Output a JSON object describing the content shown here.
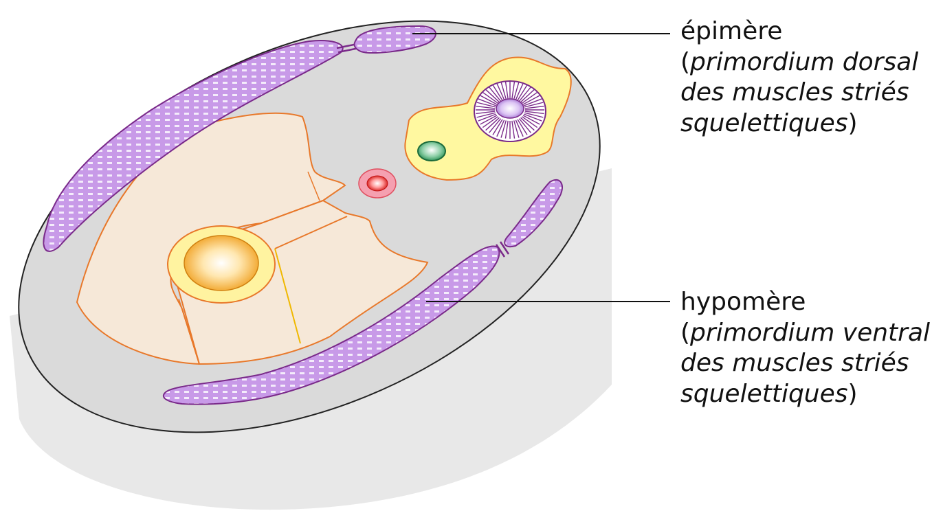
{
  "labels": {
    "epimere": {
      "title": "épimère",
      "open_paren": "(",
      "desc_line1": "primordium dorsal",
      "desc_line2": "des muscles striés",
      "desc_line3": "squelettiques",
      "close_paren": ")"
    },
    "hypomere": {
      "title": "hypomère",
      "open_paren": "(",
      "desc_line1": "primordium ventral",
      "desc_line2": "des muscles striés",
      "desc_line3": "squelettiques",
      "close_paren": ")"
    }
  },
  "colors": {
    "body_top": "#dadada",
    "body_side": "#e8e8e8",
    "outline": "#222222",
    "muscle_fill": "#c89ae8",
    "muscle_stroke": "#7a2a8a",
    "coelom_fill": "#f6e8d8",
    "coelom_stroke": "#e8782a",
    "gut_ring": "#fff3a0",
    "gut_inner": "#f0a020",
    "neural_fill": "#fff8a0",
    "neural_tube": "#a070d0",
    "notochord": "#2a9a5a",
    "aorta": "#e02020",
    "aorta_ring": "#f5a0b0",
    "pointer_line": "#111111"
  }
}
